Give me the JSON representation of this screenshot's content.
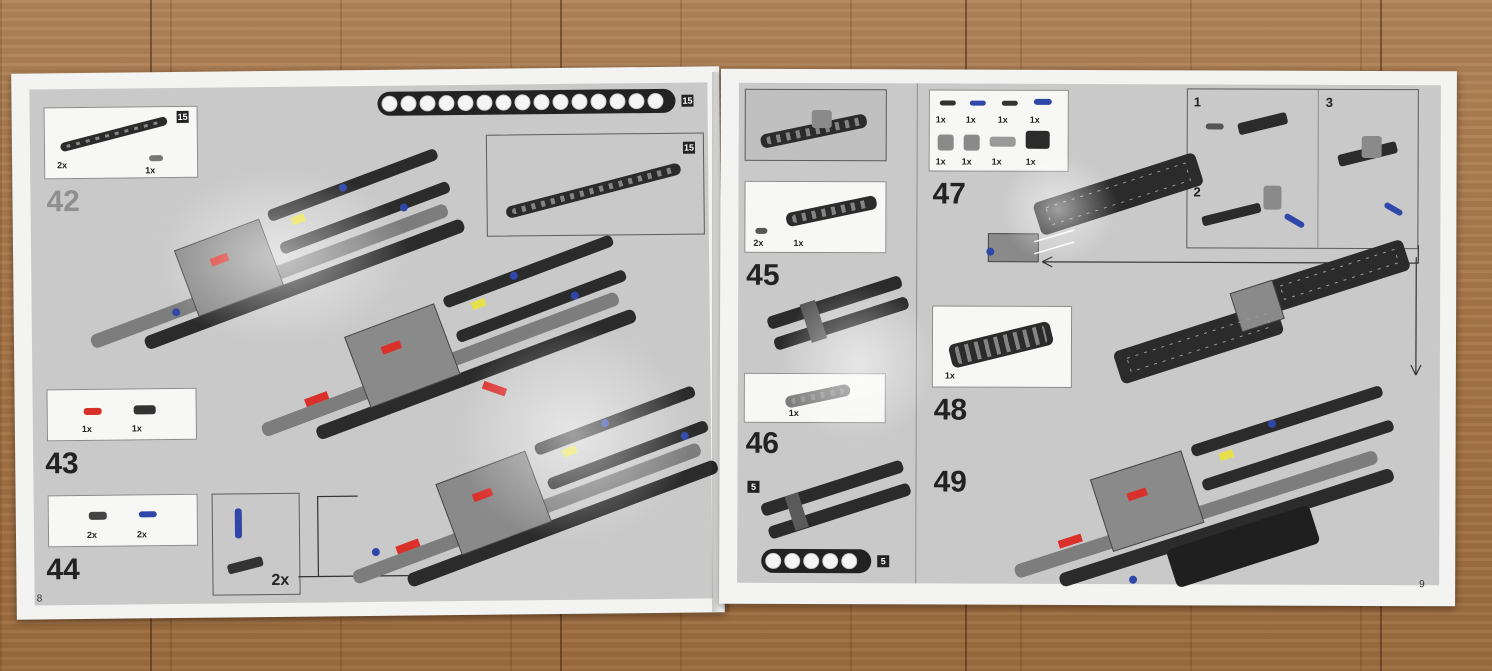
{
  "left_page": {
    "page_number": "8",
    "steps": [
      "42",
      "43",
      "44"
    ],
    "counter": "15",
    "inset_counter": "15",
    "part_tag": "15",
    "multiplier": "2x",
    "parts_42": [
      "2x",
      "1x"
    ],
    "parts_43": [
      "1x",
      "1x"
    ],
    "parts_44": [
      "2x",
      "2x"
    ]
  },
  "right_page": {
    "page_number": "9",
    "steps": [
      "45",
      "46",
      "47",
      "48",
      "49"
    ],
    "counter": "5",
    "part_tag": "5",
    "substeps": [
      "1",
      "2",
      "3"
    ],
    "parts_45": [
      "2x",
      "1x"
    ],
    "parts_46": [
      "1x"
    ],
    "parts_47": [
      "1x",
      "1x",
      "1x",
      "1x",
      "1x",
      "1x",
      "1x",
      "1x"
    ],
    "parts_48": [
      "1x"
    ]
  },
  "colors": {
    "page_background": "#c9c9c9",
    "parts_panel": "#f7f7f5",
    "beam_dark": "#2b2b2b",
    "beam_gray": "#7d7d7d",
    "pin_red": "#d9302a",
    "pin_blue": "#2f47a8",
    "accent_yellow": "#e8e04a",
    "wood_table": "#a97a4f"
  }
}
